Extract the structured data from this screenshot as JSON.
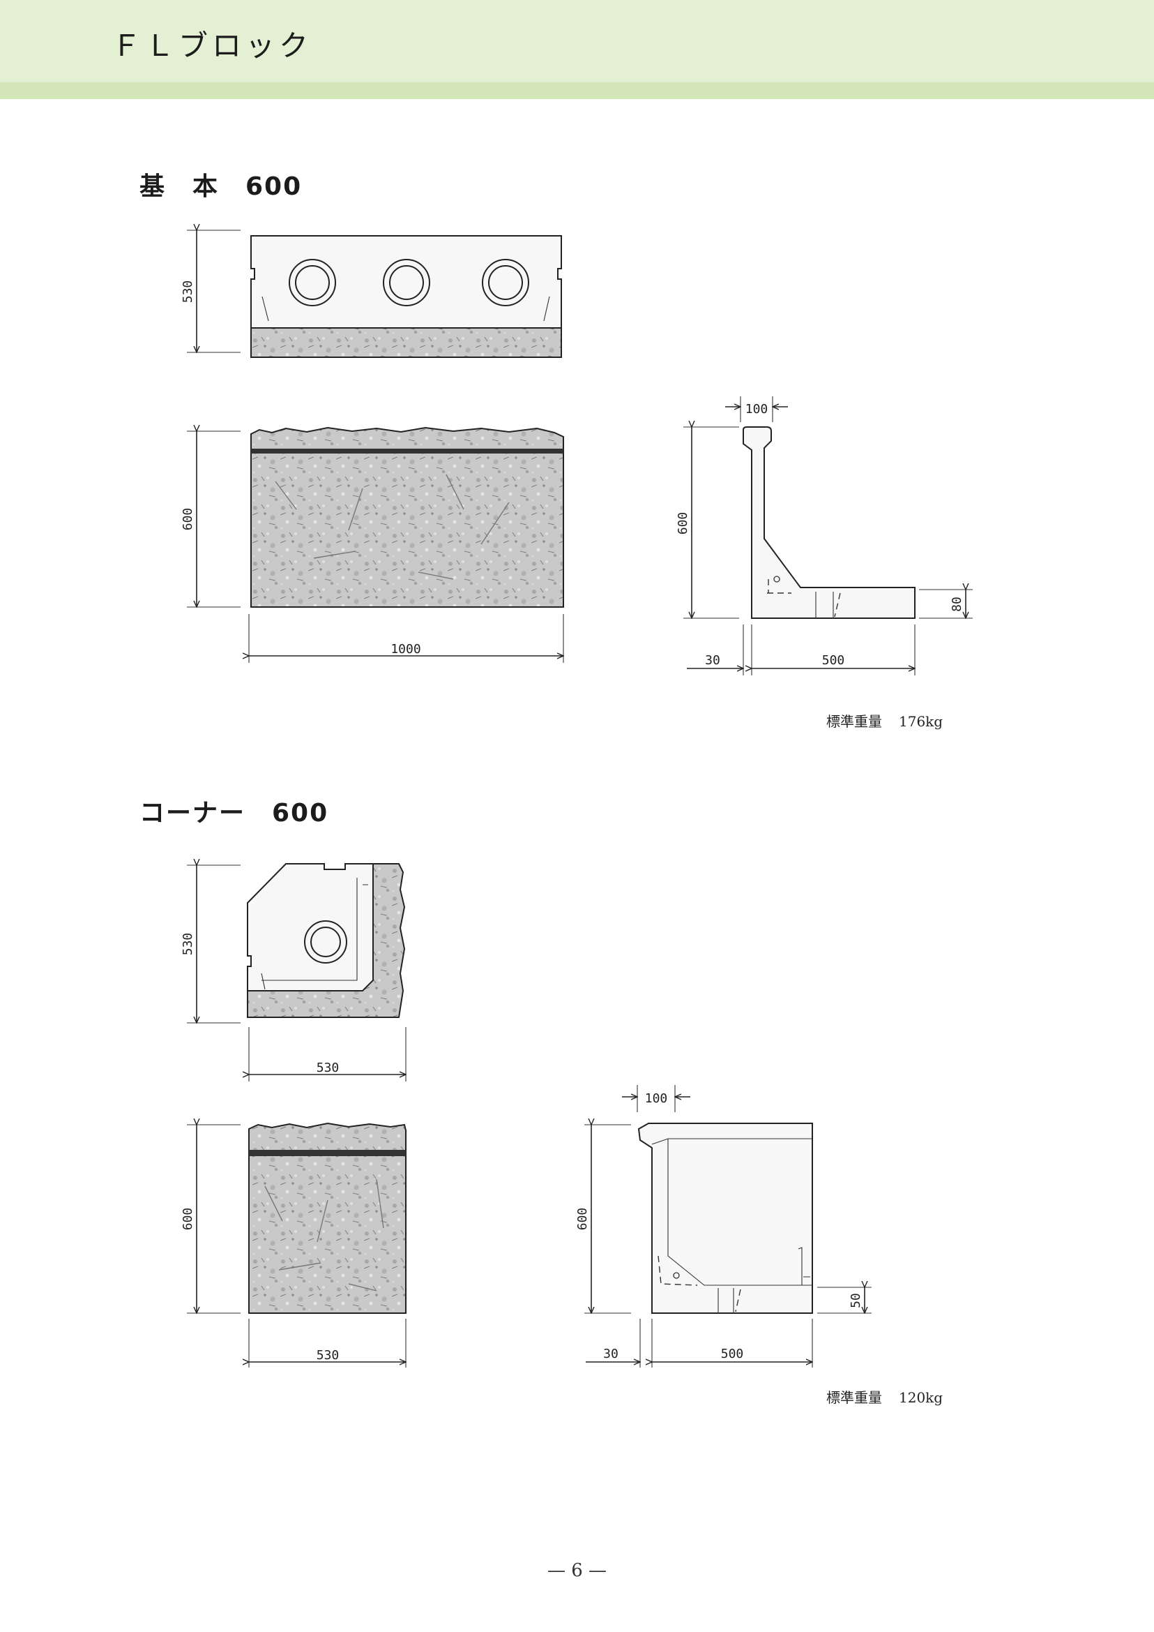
{
  "header": {
    "title": "ＦＬブロック"
  },
  "sections": [
    {
      "title": "基　本　600",
      "dims": {
        "top_height": "530",
        "front_height": "600",
        "front_width": "1000",
        "side_thickness": "100",
        "side_height": "600",
        "side_base": "80",
        "side_offset": "30",
        "side_width": "500"
      },
      "weight_label": "標準重量",
      "weight_value": "176kg"
    },
    {
      "title": "コーナー　600",
      "dims": {
        "top_height": "530",
        "top_width": "530",
        "front_height": "600",
        "front_width": "530",
        "side_thickness": "100",
        "side_height": "600",
        "side_base": "50",
        "side_offset": "30",
        "side_width": "500"
      },
      "weight_label": "標準重量",
      "weight_value": "120kg"
    }
  ],
  "page_number": "— 6 —"
}
